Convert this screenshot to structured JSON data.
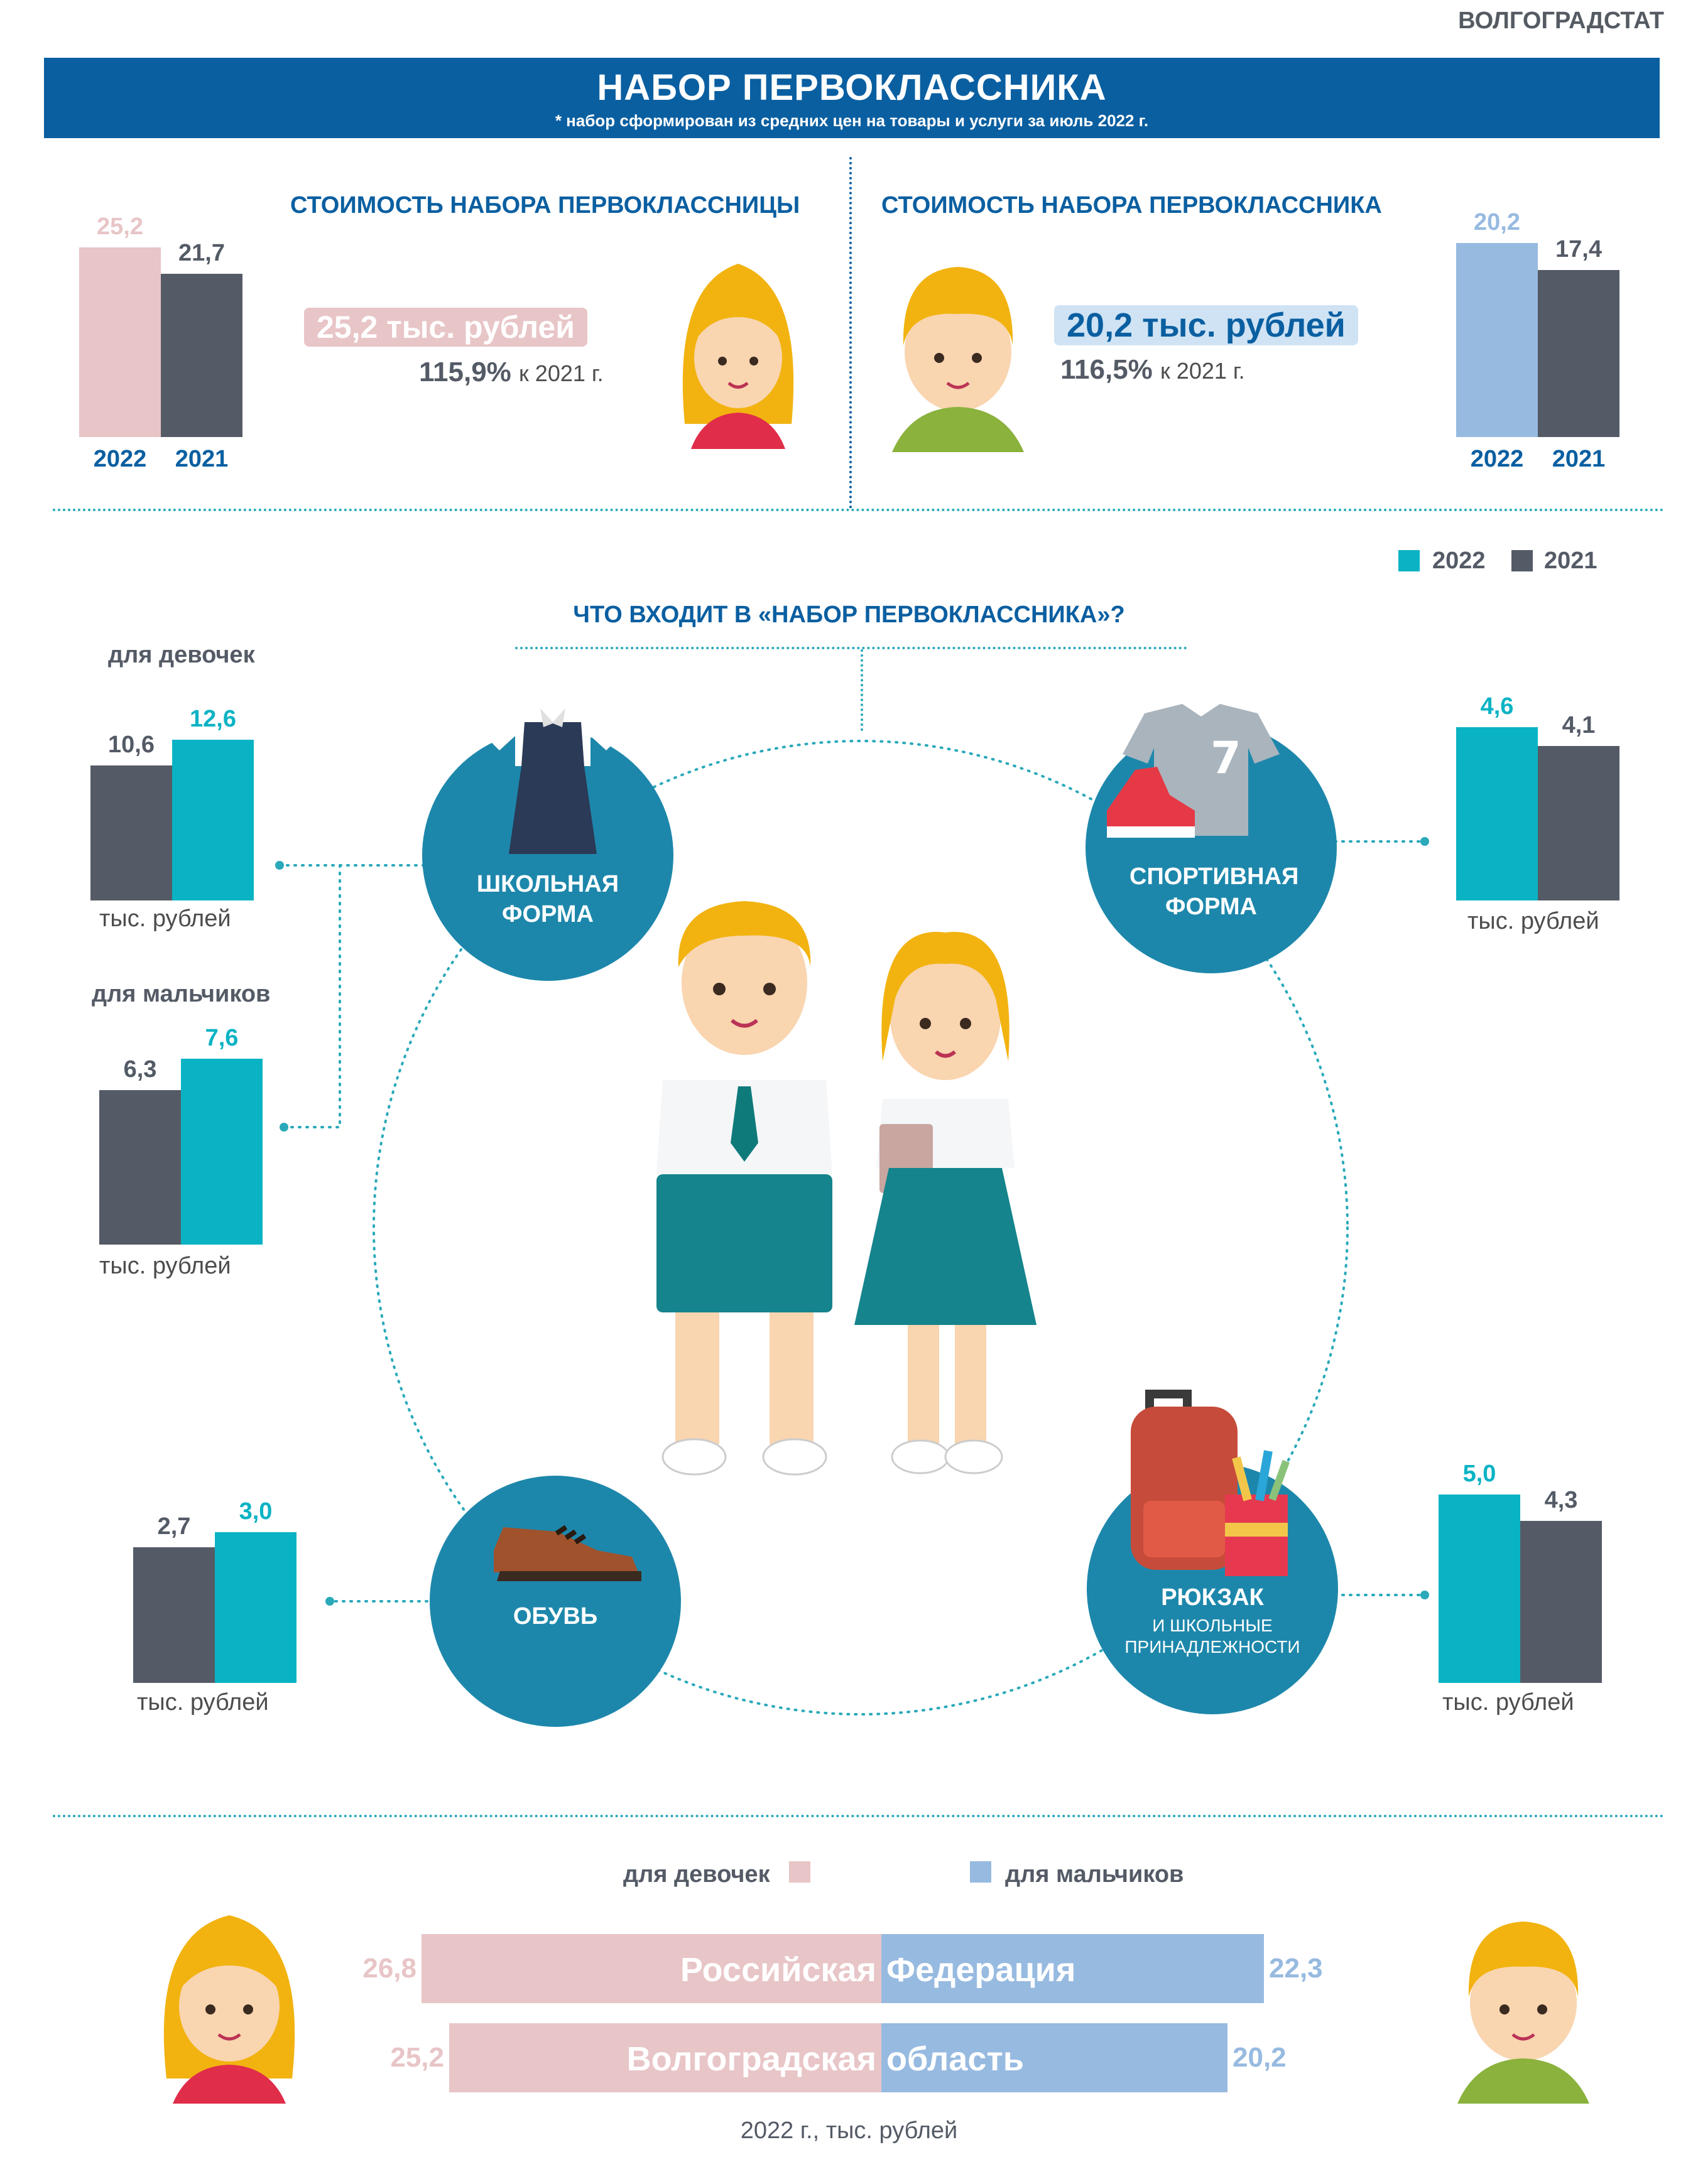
{
  "source": "ВОЛГОГРАДСТАТ",
  "banner": {
    "title": "НАБОР ПЕРВОКЛАССНИКА",
    "subtitle": "* набор сформирован из средних цен на товары и услуги за июль 2022 г."
  },
  "girl_cost": {
    "heading": "СТОИМОСТЬ НАБОРА ПЕРВОКЛАССНИЦЫ",
    "amount": "25,2 тыс. рублей",
    "pct": "115,9%",
    "pct_note": "к 2021 г."
  },
  "boy_cost": {
    "heading": "СТОИМОСТЬ НАБОРА ПЕРВОКЛАССНИКА",
    "amount": "20,2 тыс. рублей",
    "pct": "116,5%",
    "pct_note": "к 2021 г."
  },
  "legend": {
    "y2022": "2022",
    "y2021": "2021"
  },
  "question": "ЧТО ВХОДИТ В «НАБОР ПЕРВОКЛАССНИКА»?",
  "categories": {
    "uniform": "ШКОЛЬНАЯ ФОРМА",
    "sport": "СПОРТИВНАЯ ФОРМА",
    "shoes": "ОБУВЬ",
    "backpack_main": "РЮКЗАК",
    "backpack_sub": "И ШКОЛЬНЫЕ ПРИНАДЛЕЖНОСТИ"
  },
  "labels": {
    "for_girls": "для девочек",
    "for_boys": "для мальчиков",
    "unit": "тыс. рублей"
  },
  "colors": {
    "banner": "#0a5fa1",
    "teal": "#0ab3c4",
    "dark": "#545b66",
    "pink": "#e8c5c7",
    "blue_light": "#97bae0",
    "circle": "#1d87ab"
  },
  "chart_data": [
    {
      "id": "girl_total",
      "type": "bar",
      "categories": [
        "2022",
        "2021"
      ],
      "values": [
        25.2,
        21.7
      ],
      "labels": [
        "25,2",
        "21,7"
      ]
    },
    {
      "id": "boy_total",
      "type": "bar",
      "categories": [
        "2022",
        "2021"
      ],
      "values": [
        20.2,
        17.4
      ],
      "labels": [
        "20,2",
        "17,4"
      ]
    },
    {
      "id": "uniform_girls",
      "type": "bar",
      "categories": [
        "2021",
        "2022"
      ],
      "values": [
        10.6,
        12.6
      ],
      "labels": [
        "10,6",
        "12,6"
      ]
    },
    {
      "id": "uniform_boys",
      "type": "bar",
      "categories": [
        "2021",
        "2022"
      ],
      "values": [
        6.3,
        7.6
      ],
      "labels": [
        "6,3",
        "7,6"
      ]
    },
    {
      "id": "sport",
      "type": "bar",
      "categories": [
        "2022",
        "2021"
      ],
      "values": [
        4.6,
        4.1
      ],
      "labels": [
        "4,6",
        "4,1"
      ]
    },
    {
      "id": "shoes",
      "type": "bar",
      "categories": [
        "2021",
        "2022"
      ],
      "values": [
        2.7,
        3.0
      ],
      "labels": [
        "2,7",
        "3,0"
      ]
    },
    {
      "id": "backpack",
      "type": "bar",
      "categories": [
        "2022",
        "2021"
      ],
      "values": [
        5.0,
        4.3
      ],
      "labels": [
        "5,0",
        "4,3"
      ]
    },
    {
      "id": "comparison",
      "type": "bar",
      "orientation": "horizontal",
      "categories": [
        "Российская Федерация",
        "Волгоградская область"
      ],
      "series": [
        {
          "name": "для девочек",
          "values": [
            26.8,
            25.2
          ],
          "labels": [
            "26,8",
            "25,2"
          ]
        },
        {
          "name": "для мальчиков",
          "values": [
            22.3,
            20.2
          ],
          "labels": [
            "22,3",
            "20,2"
          ]
        }
      ],
      "region_words": [
        [
          "Российская",
          "Федерация"
        ],
        [
          "Волгоградская",
          "область"
        ]
      ],
      "footnote": "2022 г., тыс. рублей"
    }
  ]
}
